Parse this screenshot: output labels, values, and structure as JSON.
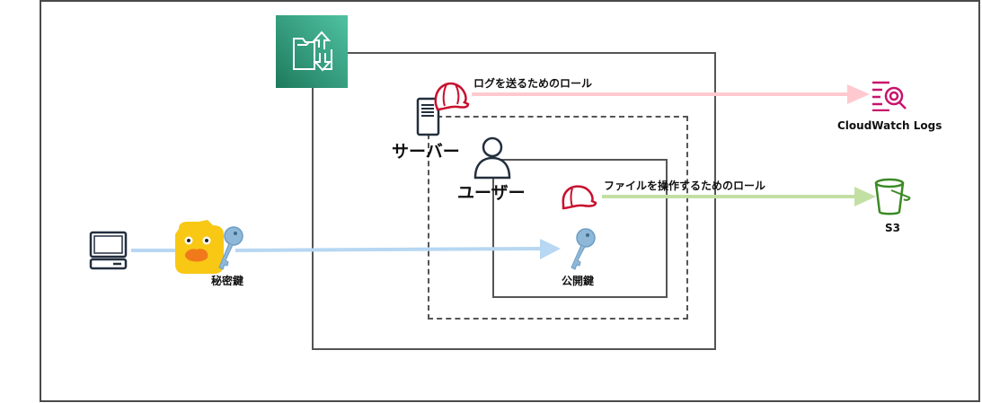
{
  "diagram": {
    "transfer_service_icon": "aws-transfer-family-icon",
    "server": {
      "label": "サーバー",
      "icon": "server-icon"
    },
    "user": {
      "label": "ユーザー",
      "icon": "user-icon"
    },
    "client": {
      "icon": "laptop-icon",
      "app_icon": "cyberduck-icon"
    },
    "private_key": {
      "label": "秘密鍵",
      "icon": "key-icon"
    },
    "public_key": {
      "label": "公開鍵",
      "icon": "key-icon"
    },
    "roles": [
      {
        "label": "ログを送るためのロール",
        "icon": "hardhat-icon",
        "target": "CloudWatch Logs",
        "color": "#ffc9cf"
      },
      {
        "label": "ファイルを操作するためのロール",
        "icon": "hardhat-icon",
        "target": "S3",
        "color": "#c3e0a4"
      }
    ],
    "targets": {
      "cloudwatch": {
        "label": "CloudWatch Logs",
        "icon": "cloudwatch-logs-icon",
        "color": "#c7136d"
      },
      "s3": {
        "label": "S3",
        "icon": "s3-bucket-icon",
        "color": "#3b8a24"
      }
    },
    "connection_color": "#b7d7f2",
    "transfer_gradient": [
      "#1e7a5c",
      "#4fc2a2"
    ]
  }
}
